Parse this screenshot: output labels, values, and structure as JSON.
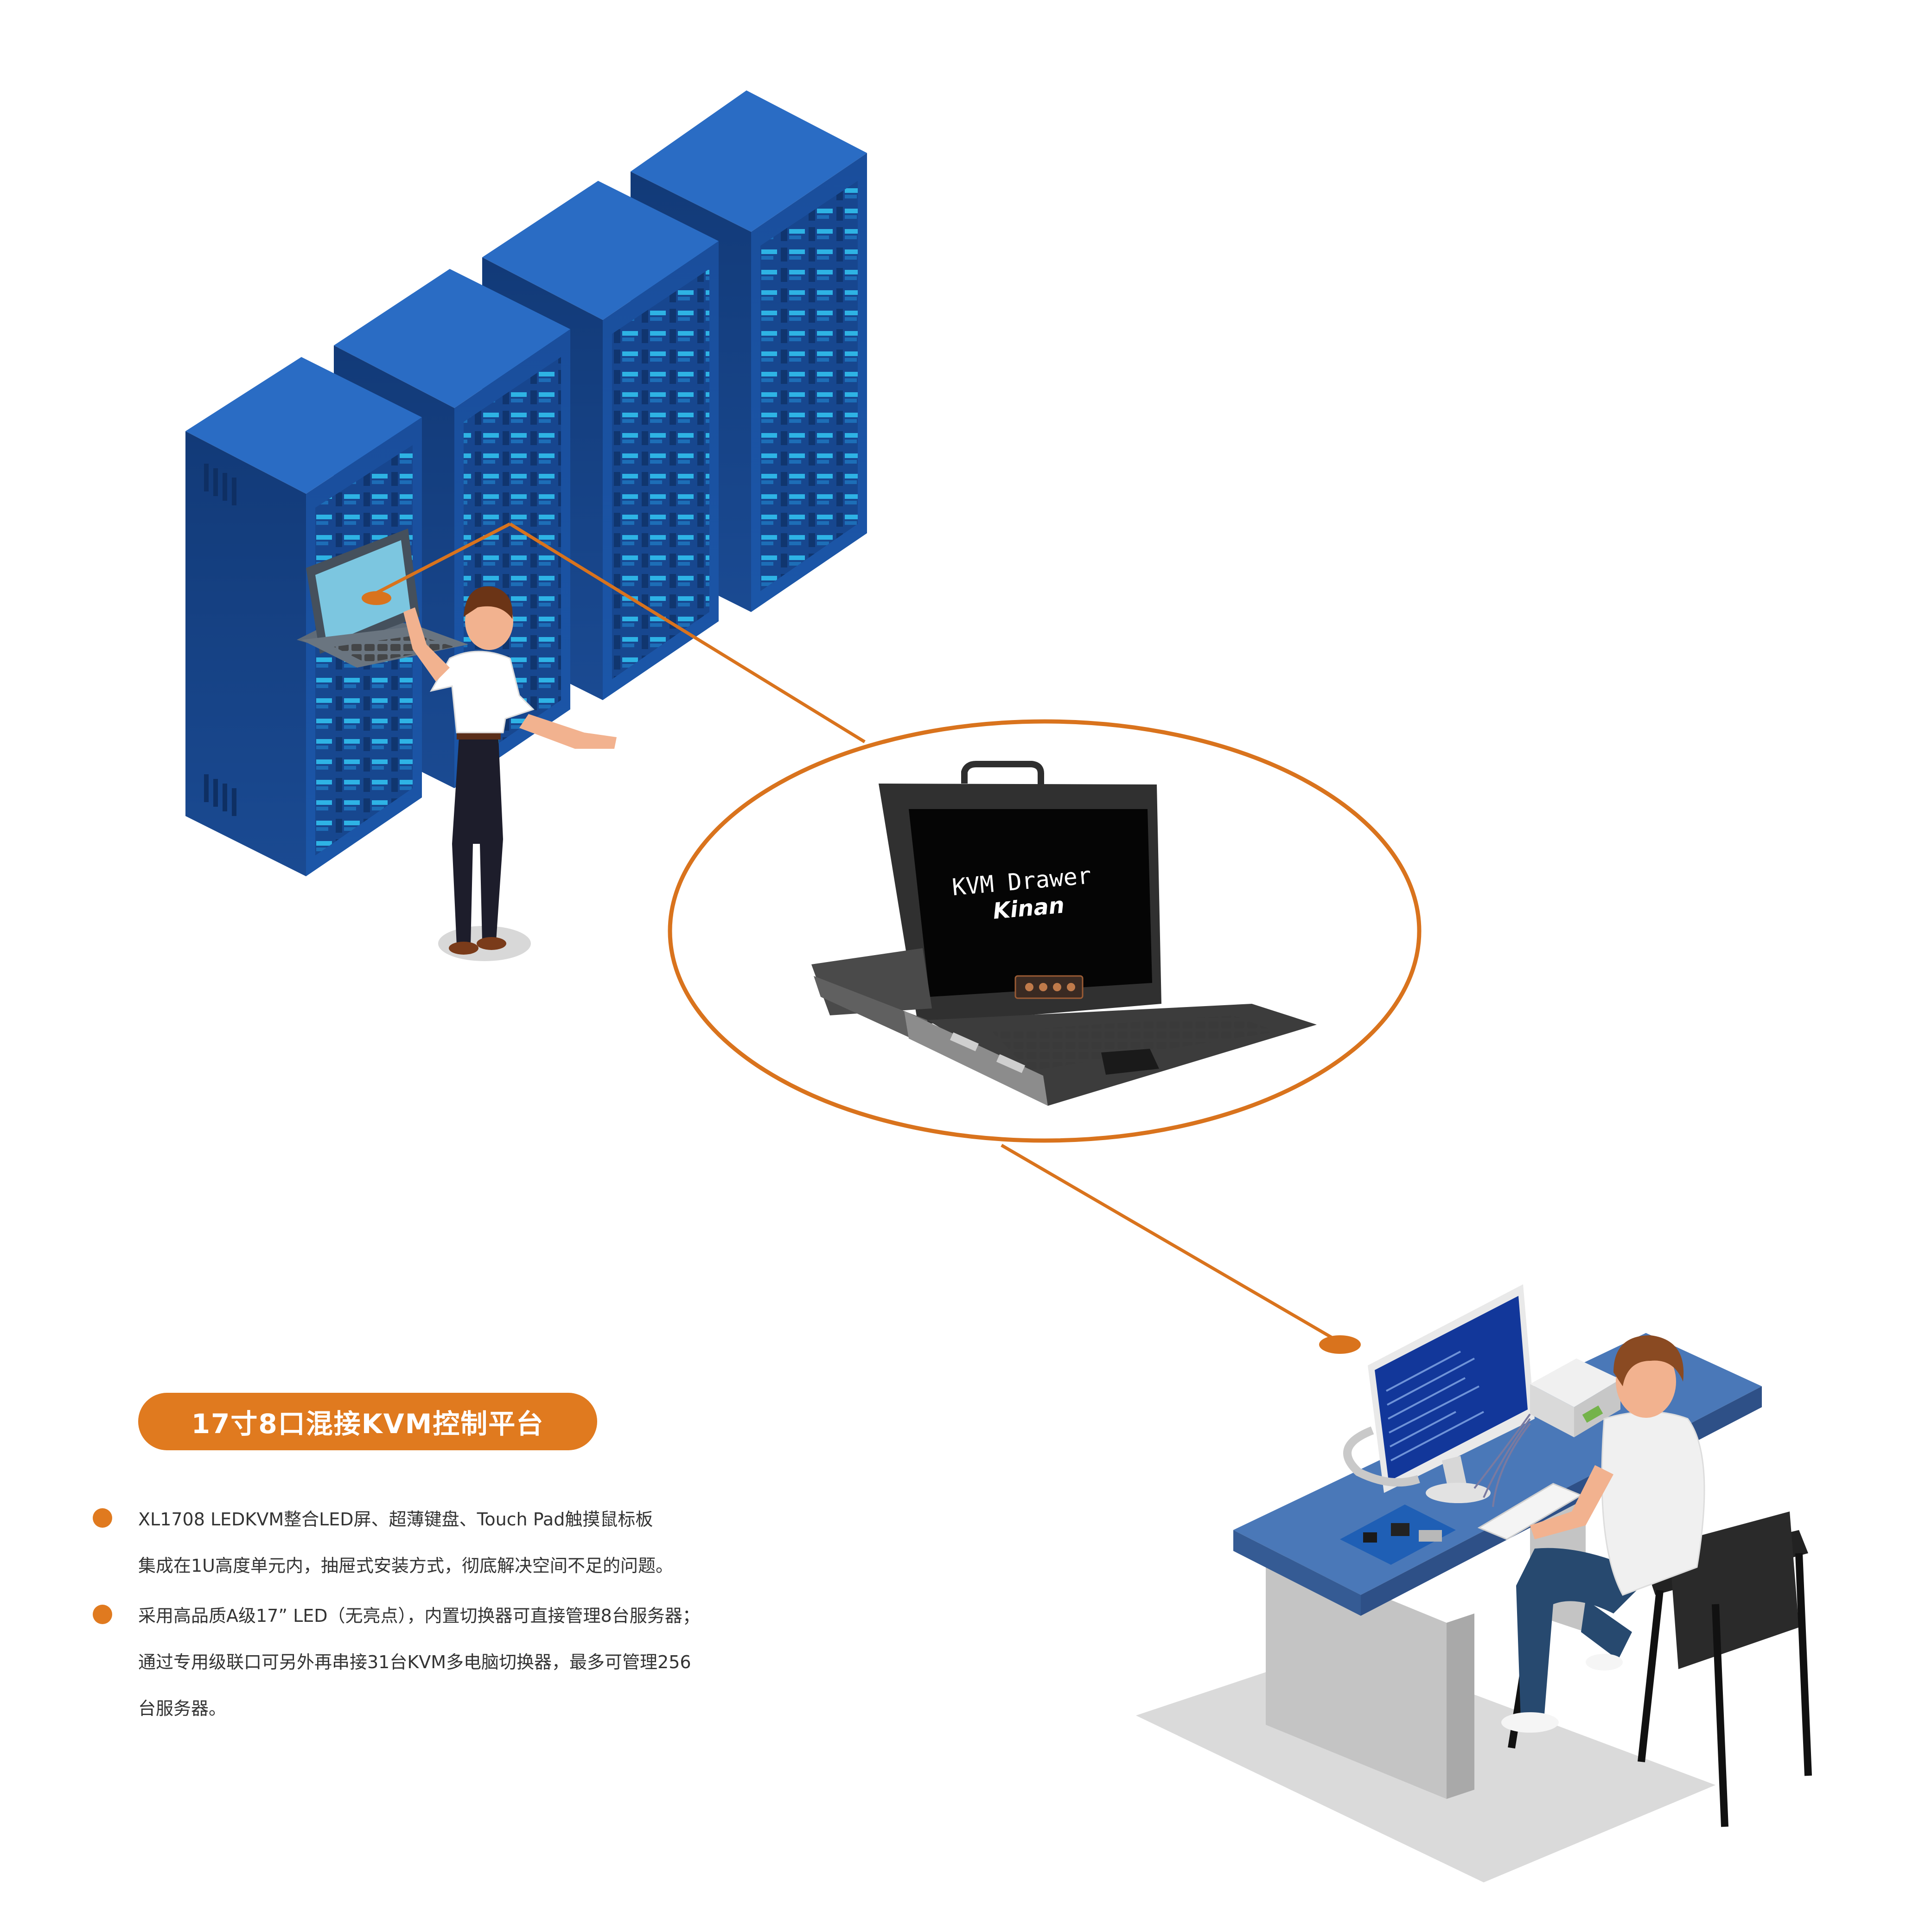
{
  "title": "17寸8口混接KVM控制平台",
  "device_screen": {
    "line1": "KVM Drawer",
    "line2": "Kinan"
  },
  "features": [
    {
      "lines": [
        "XL1708 LEDKVM整合LED屏、超薄键盘、Touch Pad触摸鼠标板",
        "集成在1U高度单元内，抽屉式安装方式，彻底解决空间不足的问题。"
      ]
    },
    {
      "lines": [
        "采用高品质A级17” LED（无亮点），内置切换器可直接管理8台服务器；",
        "通过专用级联口可另外再串接31台KVM多电脑切换器，最多可管理256",
        "台服务器。"
      ]
    }
  ],
  "colors": {
    "accent": "#e07a1f",
    "rack_blue": "#1f4f9a",
    "rack_light": "#2fb8e8",
    "desk_blue": "#4a78b8",
    "text": "#333333"
  }
}
